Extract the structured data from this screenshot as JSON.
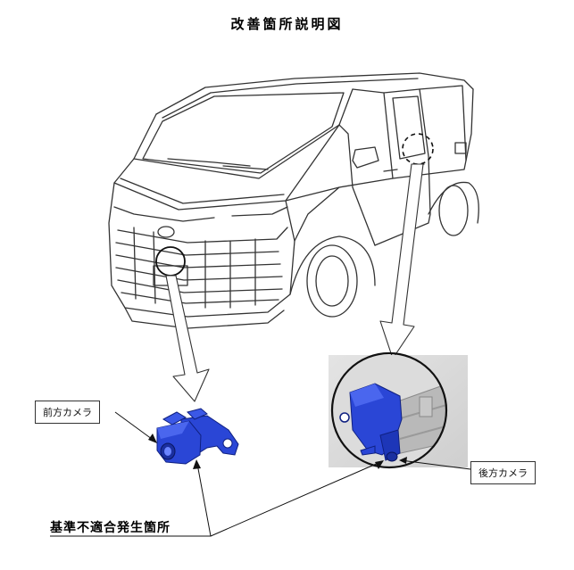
{
  "title": "改善箇所説明図",
  "labels": {
    "front_camera": "前方カメラ",
    "rear_camera": "後方カメラ",
    "defect_location": "基準不適合発生箇所"
  },
  "colors": {
    "camera_blue": "#2a46d6",
    "camera_dark": "#1630a8",
    "line": "#222222"
  }
}
